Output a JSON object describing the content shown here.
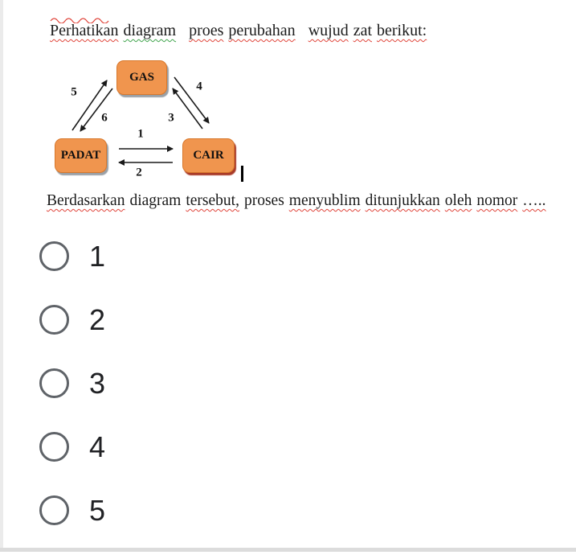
{
  "colors": {
    "box_fill": "#F0954E",
    "box_border": "#D8782C",
    "box_shadow_gray": "#9AA0A6",
    "box_shadow_red": "#A83A28",
    "arrow": "#1A1A1A",
    "squiggle_red": "#E0443A",
    "squiggle_green": "#3EA44B",
    "radio_border": "#5F6368",
    "option_text": "#202124",
    "body_text": "#1B1B1B",
    "edge_left": "#EBEBEB",
    "edge_bottom": "#DCDCDC"
  },
  "title": {
    "words": [
      {
        "text": "Perhatikan",
        "squiggle": "red"
      },
      {
        "text": "diagram",
        "squiggle": "green",
        "gap_after": true
      },
      {
        "text": "proes",
        "squiggle": "red"
      },
      {
        "text": "perubahan",
        "squiggle": "red",
        "gap_after": true
      },
      {
        "text": "wujud",
        "squiggle": "red"
      },
      {
        "text": "zat",
        "squiggle": "red"
      },
      {
        "text": "berikut:",
        "squiggle": "red"
      }
    ]
  },
  "diagram": {
    "boxes": {
      "gas": "GAS",
      "padat": "PADAT",
      "cair": "CAIR"
    },
    "arrow_labels": {
      "a1": "1",
      "a2": "2",
      "a3": "3",
      "a4": "4",
      "a5": "5",
      "a6": "6"
    },
    "arrows_meaning": [
      {
        "label": "1",
        "from": "PADAT",
        "to": "CAIR"
      },
      {
        "label": "2",
        "from": "CAIR",
        "to": "PADAT"
      },
      {
        "label": "3",
        "from": "CAIR",
        "to": "GAS"
      },
      {
        "label": "4",
        "from": "GAS",
        "to": "CAIR"
      },
      {
        "label": "5",
        "from": "PADAT",
        "to": "GAS"
      },
      {
        "label": "6",
        "from": "GAS",
        "to": "PADAT"
      }
    ]
  },
  "question": {
    "words": [
      {
        "text": "Berdasarkan",
        "squiggle": "red"
      },
      {
        "text": "diagram",
        "squiggle": "none"
      },
      {
        "text": "tersebut,",
        "squiggle": "red"
      },
      {
        "text": "proses",
        "squiggle": "none"
      },
      {
        "text": "menyublim",
        "squiggle": "red"
      },
      {
        "text": "ditunjukkan",
        "squiggle": "red"
      },
      {
        "text": "oleh",
        "squiggle": "red"
      },
      {
        "text": "nomor",
        "squiggle": "red"
      },
      {
        "text": "…..",
        "squiggle": "red"
      }
    ]
  },
  "options": [
    {
      "label": "1",
      "selected": false
    },
    {
      "label": "2",
      "selected": false
    },
    {
      "label": "3",
      "selected": false
    },
    {
      "label": "4",
      "selected": false
    },
    {
      "label": "5",
      "selected": false
    }
  ]
}
